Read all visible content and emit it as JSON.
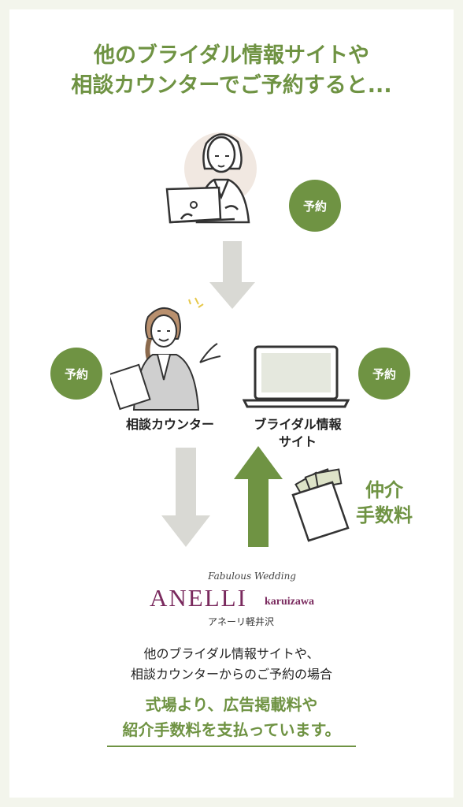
{
  "heading": {
    "line1": "他のブライダル情報サイトや",
    "line2": "相談カウンターでご予約すると..."
  },
  "badges": {
    "top": "予約",
    "left": "予約",
    "right": "予約"
  },
  "labels": {
    "counter": "相談カウンター",
    "site_line1": "ブライダル情報",
    "site_line2": "サイト"
  },
  "fee": {
    "line1": "仲介",
    "line2": "手数料"
  },
  "logo": {
    "tagline": "Fabulous Wedding",
    "name": "ANELLI",
    "place": "karuizawa",
    "jp": "アネーリ軽井沢"
  },
  "description": {
    "line1": "他のブライダル情報サイトや、",
    "line2": "相談カウンターからのご予約の場合"
  },
  "conclusion": {
    "line1": "式場より、広告掲載料や",
    "line2": "紹介手数料を支払っています。"
  },
  "colors": {
    "accent": "#6f9343",
    "arrow_gray": "#d9d9d4",
    "logo_purple": "#7a2a5e"
  }
}
